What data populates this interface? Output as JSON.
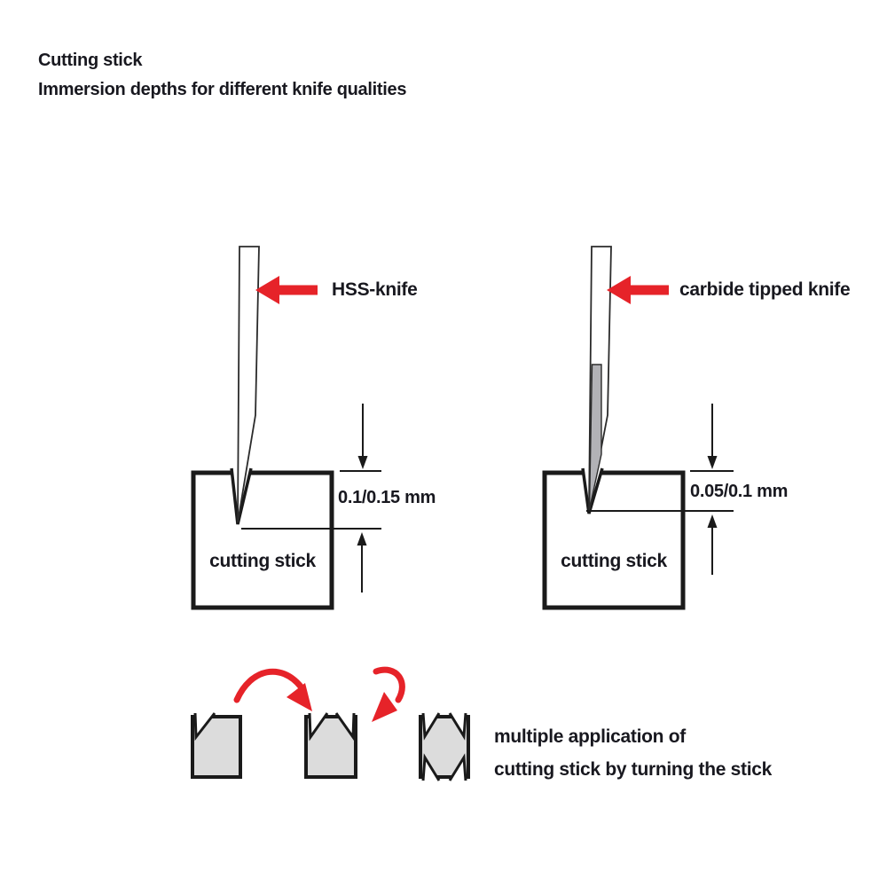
{
  "title": {
    "line1": "Cutting stick",
    "line2": "Immersion depths for different knife qualities"
  },
  "left_diagram": {
    "knife_label": "HSS-knife",
    "depth_label": "0.1/0.15 mm",
    "stick_label": "cutting stick"
  },
  "right_diagram": {
    "knife_label": "carbide tipped knife",
    "depth_label": "0.05/0.1 mm",
    "stick_label": "cutting stick"
  },
  "rotation_note": {
    "line1": "multiple application of",
    "line2": "cutting stick by turning the stick"
  },
  "colors": {
    "accent_red": "#e62329",
    "outline": "#1a1a1a",
    "text_dark": "#18181f",
    "stick_fill": "#dcdcdc",
    "carbide_fill": "#b2b2b6"
  }
}
